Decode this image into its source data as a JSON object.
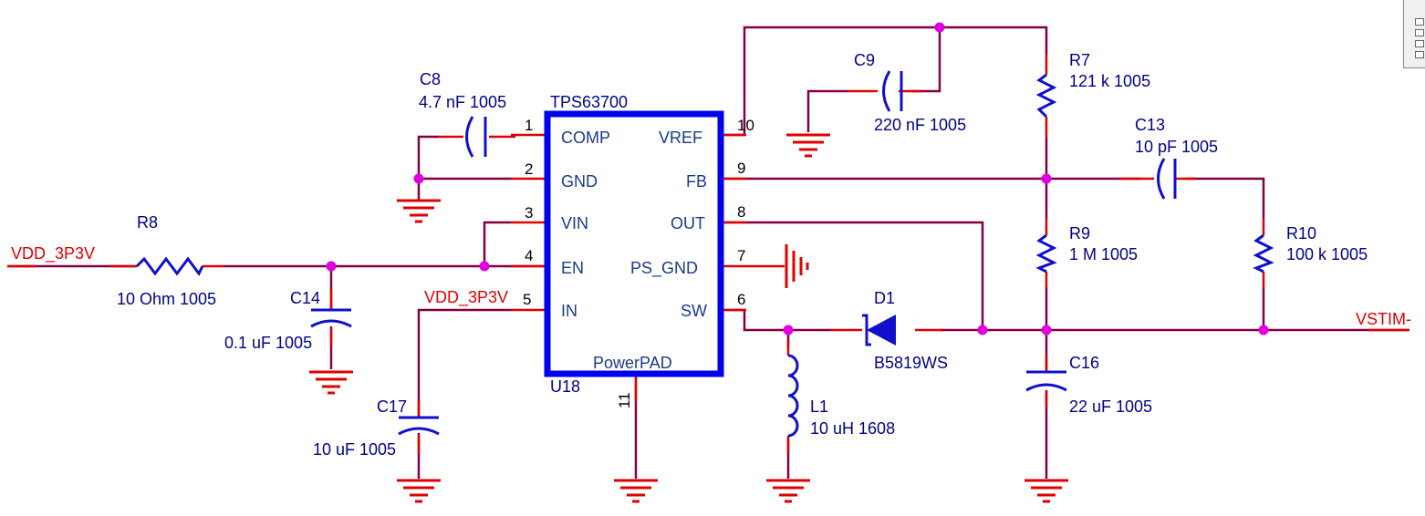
{
  "chip": {
    "ref": "U18",
    "part": "TPS63700",
    "pad": "PowerPAD",
    "pins_left": [
      {
        "num": "1",
        "name": "COMP"
      },
      {
        "num": "2",
        "name": "GND"
      },
      {
        "num": "3",
        "name": "VIN"
      },
      {
        "num": "4",
        "name": "EN"
      },
      {
        "num": "5",
        "name": "IN"
      }
    ],
    "pins_right": [
      {
        "num": "10",
        "name": "VREF"
      },
      {
        "num": "9",
        "name": "FB"
      },
      {
        "num": "8",
        "name": "OUT"
      },
      {
        "num": "7",
        "name": "PS_GND"
      },
      {
        "num": "6",
        "name": "SW"
      }
    ],
    "pad_pin": "11"
  },
  "components": {
    "C8": {
      "ref": "C8",
      "value": "4.7 nF 1005"
    },
    "R8": {
      "ref": "R8",
      "value": "10 Ohm 1005"
    },
    "C14": {
      "ref": "C14",
      "value": "0.1 uF 1005"
    },
    "C17": {
      "ref": "C17",
      "value": "10 uF 1005"
    },
    "C9": {
      "ref": "C9",
      "value": "220 nF 1005"
    },
    "R7": {
      "ref": "R7",
      "value": "121 k 1005"
    },
    "C13": {
      "ref": "C13",
      "value": "10 pF 1005"
    },
    "R9": {
      "ref": "R9",
      "value": "1 M 1005"
    },
    "R10": {
      "ref": "R10",
      "value": "100 k 1005"
    },
    "D1": {
      "ref": "D1",
      "value": "B5819WS"
    },
    "L1": {
      "ref": "L1",
      "value": "10 uH 1608"
    },
    "C16": {
      "ref": "C16",
      "value": "22 uF 1005"
    }
  },
  "nets": {
    "vdd_left": "VDD_3P3V",
    "vdd_in": "VDD_3P3V",
    "vstim": "VSTIM-"
  },
  "colors": {
    "wire": "#800040",
    "lead": "#e00000",
    "component": "#1010cc",
    "junction": "#e000e0",
    "text": "#00008b"
  }
}
